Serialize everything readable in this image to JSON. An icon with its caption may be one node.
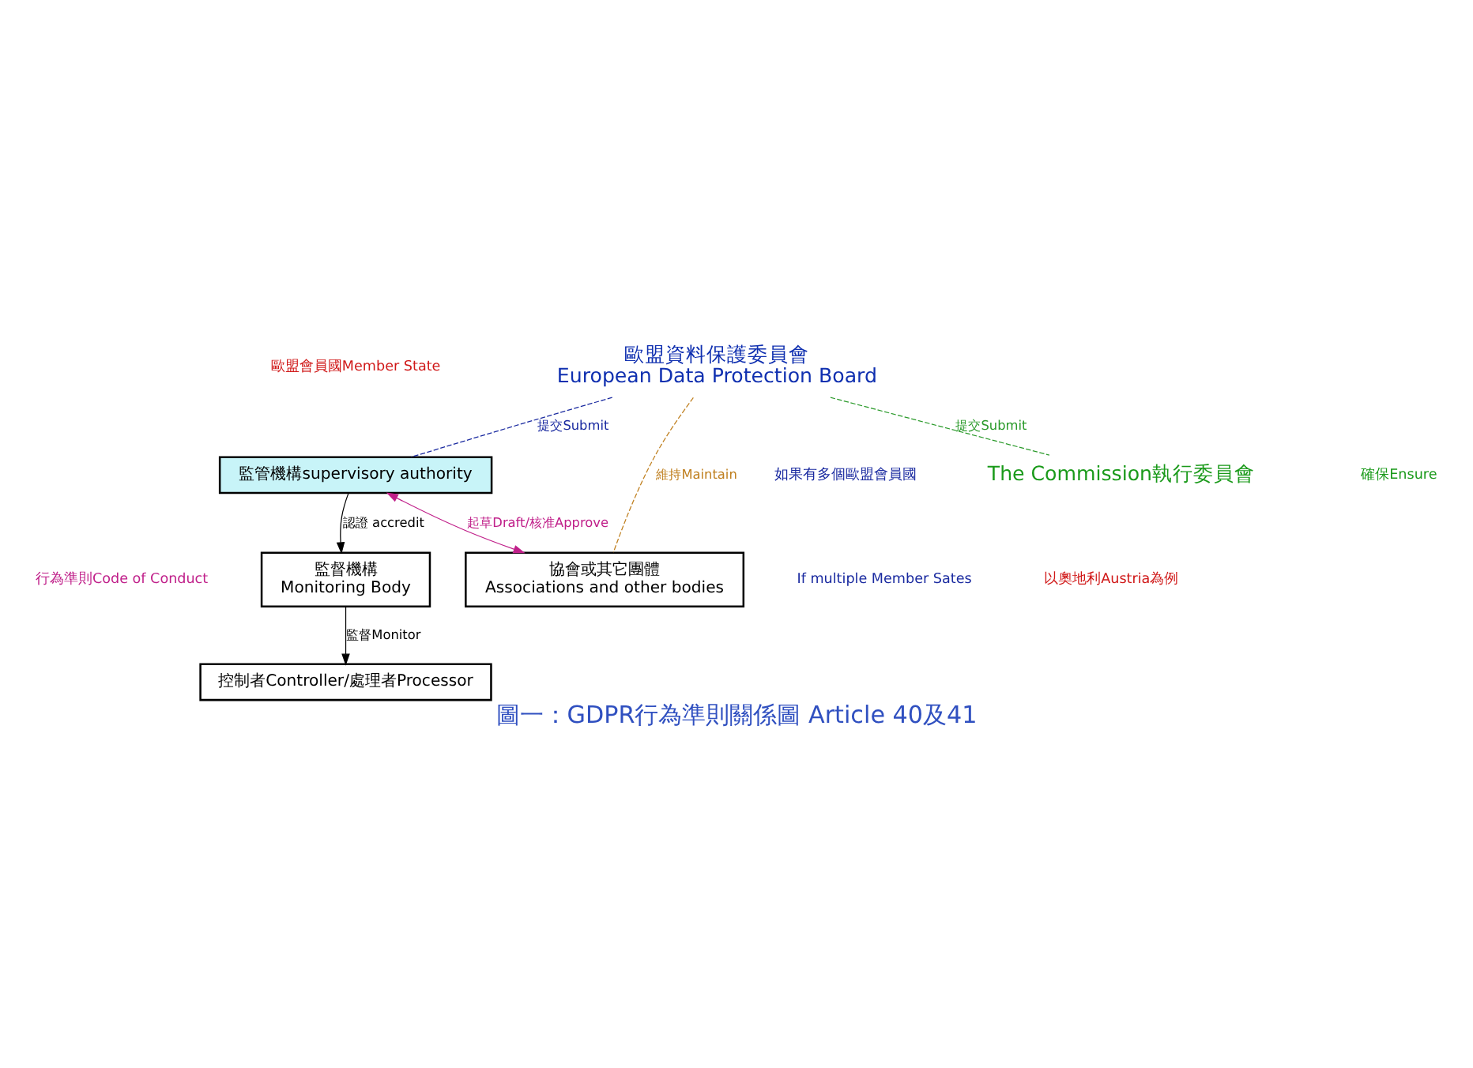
{
  "diagram": {
    "caption": "圖一：GDPR行為準則關係圖 Article 40及41",
    "nodes": [
      {
        "text": [
          "The Commission執行委員會"
        ]
      },
      {
        "text": [
          "歐盟資料保護委員會",
          "European Data Protection Board"
        ]
      },
      {
        "text": [
          "監管機構supervisory authority"
        ]
      },
      {
        "text": [
          "協會或其它團體",
          "Associations and other bodies"
        ]
      },
      {
        "text": [
          "監督機構",
          "Monitoring Body"
        ]
      },
      {
        "text": [
          "控制者Controller/處理者Processor"
        ]
      }
    ],
    "edges": [
      {
        "from": 1,
        "to": 0,
        "arrow": "none",
        "label": "提交Submit",
        "style": "dashed",
        "color": "#2a9a2a"
      },
      {
        "from": 1,
        "to": 2,
        "arrow": "none",
        "label": "提交Submit",
        "style": "dashed",
        "color": "#1a2aa0"
      },
      {
        "from": 1,
        "to": 3,
        "arrow": "none",
        "label": "維持Maintain",
        "style": "dashed",
        "color": "#c08020"
      },
      {
        "from": 2,
        "to": 3,
        "arrow": "both",
        "label": "起草Draft/核准Approve",
        "color": "#c0208a"
      },
      {
        "from": 2,
        "to": 4,
        "arrow": "to",
        "label": "認證 accredit"
      },
      {
        "from": 4,
        "to": 5,
        "arrow": "to",
        "label": "監督Monitor"
      }
    ],
    "labels": [
      "確保Ensure",
      "歐盟會員國Member State",
      "如果有多個歐盟會員國",
      "If multiple Member Sates",
      "行為準則Code of Conduct",
      "以奧地利Austria為例"
    ]
  }
}
